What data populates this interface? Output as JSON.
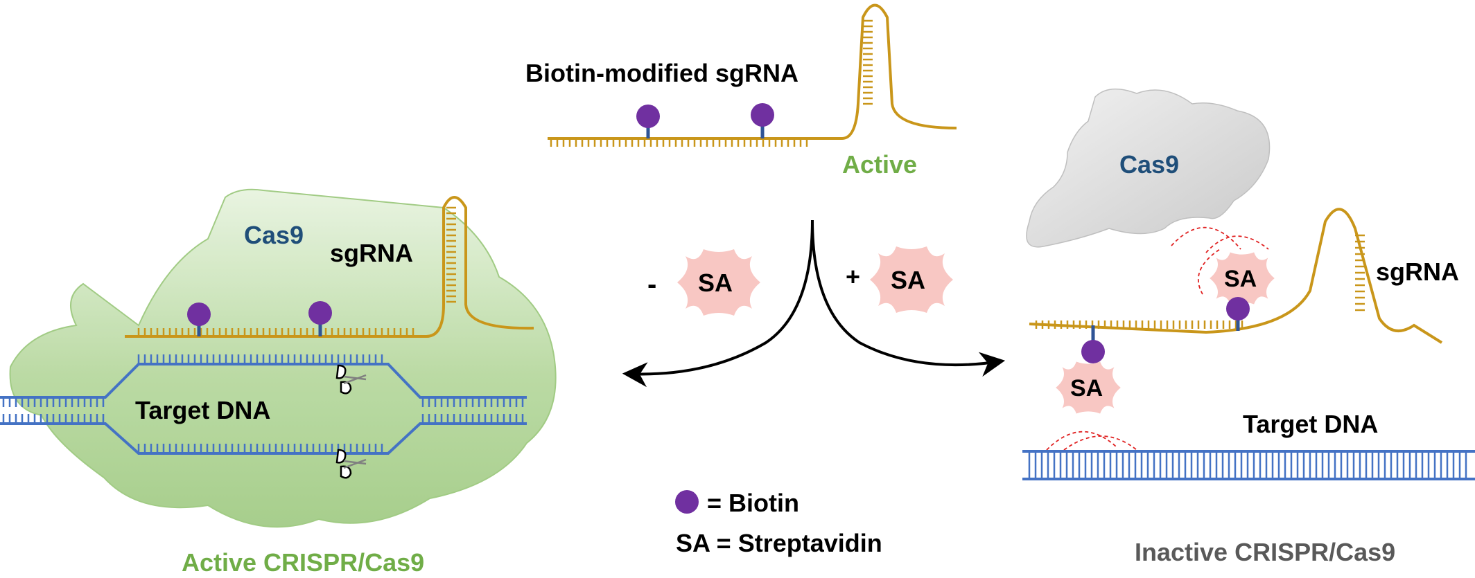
{
  "labels": {
    "biotin_sgrna": "Biotin-modified sgRNA",
    "active": "Active",
    "cas9_left": "Cas9",
    "sgrna_left": "sgRNA",
    "target_dna_left": "Target DNA",
    "active_crispr": "Active CRISPR/Cas9",
    "minus": "-",
    "plus": "+",
    "sa_minus": "SA",
    "sa_plus": "SA",
    "legend_biotin": "= Biotin",
    "legend_sa": "SA = Streptavidin",
    "cas9_right": "Cas9",
    "sgrna_right": "sgRNA",
    "sa_right_top": "SA",
    "sa_right_bottom": "SA",
    "target_dna_right": "Target DNA",
    "inactive_crispr": "Inactive CRISPR/Cas9"
  },
  "colors": {
    "rna": "#c9961a",
    "dna": "#4472c4",
    "biotin": "#7030a0",
    "linker": "#2f5496",
    "streptavidin": "#f8c7c3",
    "cas9_active": "#a9d18e",
    "cas9_inactive": "#d9d9d9",
    "green_text": "#70ad47",
    "blue_text": "#1f4e79",
    "gray_text": "#595959",
    "arrow": "#000000"
  },
  "icons": [
    "biotin-icon",
    "scissors-icon",
    "streptavidin-icon"
  ]
}
